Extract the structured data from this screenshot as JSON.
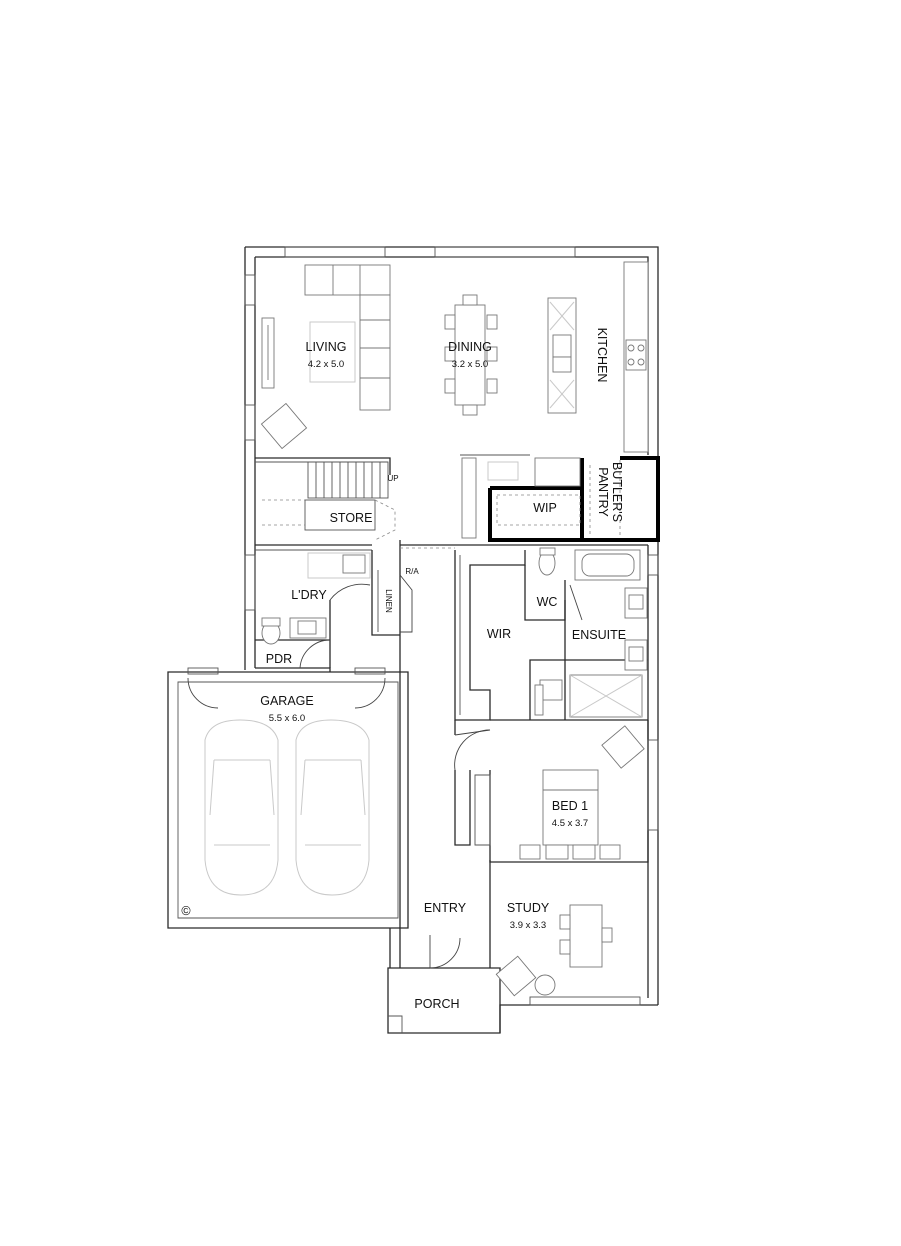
{
  "rooms": {
    "living": {
      "name": "LIVING",
      "dims": "4.2 x 5.0"
    },
    "dining": {
      "name": "DINING",
      "dims": "3.2 x 5.0"
    },
    "kitchen": {
      "name": "KITCHEN"
    },
    "butlers_pantry": {
      "name_line1": "BUTLER'S",
      "name_line2": "PANTRY"
    },
    "wip": {
      "name": "WIP"
    },
    "store": {
      "name": "STORE"
    },
    "stair_up": {
      "name": "UP"
    },
    "robe": {
      "name": "R/A"
    },
    "laundry": {
      "name": "L'DRY"
    },
    "linen": {
      "name": "LINEN"
    },
    "wc": {
      "name": "WC"
    },
    "wir": {
      "name": "WIR"
    },
    "ensuite": {
      "name": "ENSUITE"
    },
    "pdr": {
      "name": "PDR"
    },
    "garage": {
      "name": "GARAGE",
      "dims": "5.5 x 6.0"
    },
    "bed1": {
      "name": "BED 1",
      "dims": "4.5 x 3.7"
    },
    "entry": {
      "name": "ENTRY"
    },
    "study": {
      "name": "STUDY",
      "dims": "3.9 x 3.3"
    },
    "porch": {
      "name": "PORCH"
    }
  },
  "copyright_symbol": "©"
}
